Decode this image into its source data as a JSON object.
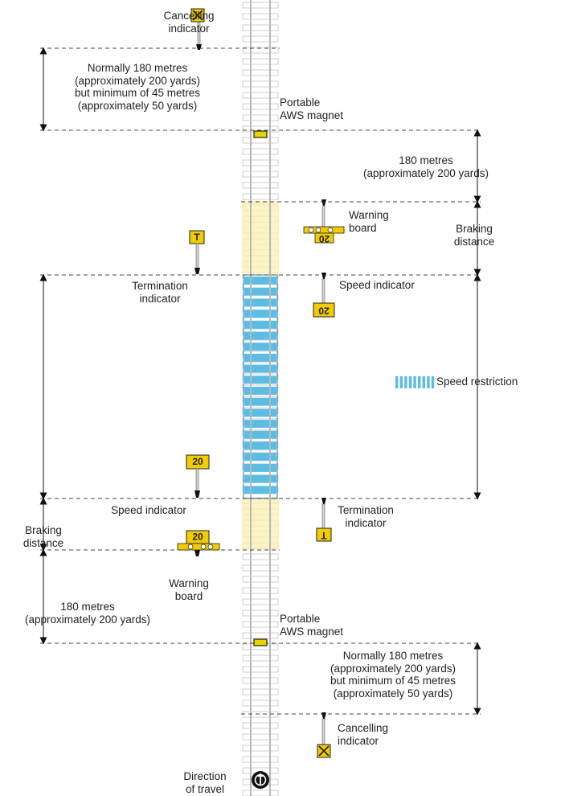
{
  "labels": {
    "top_cancelling": [
      "Cancelling",
      "indicator"
    ],
    "top_distance": [
      "Normally 180 metres",
      "(approximately 200 yards)",
      "but minimum of 45 metres",
      "(approximately 50 yards)"
    ],
    "top_aws": [
      "Portable",
      "AWS magnet"
    ],
    "right_180": [
      "180 metres",
      "(approximately 200 yards)"
    ],
    "right_warning": [
      "Warning",
      "board"
    ],
    "right_braking": [
      "Braking",
      "distance"
    ],
    "right_speed_indicator": "Speed indicator",
    "left_termination": [
      "Termination",
      "indicator"
    ],
    "legend_speed_restriction": "Speed restriction",
    "left_speed_indicator": "Speed indicator",
    "right_termination": [
      "Termination",
      "indicator"
    ],
    "left_braking": [
      "Braking",
      "distance"
    ],
    "left_warning": [
      "Warning",
      "board"
    ],
    "left_180": [
      "180 metres",
      "(approximately 200 yards)"
    ],
    "bottom_aws": [
      "Portable",
      "AWS magnet"
    ],
    "bottom_distance": [
      "Normally 180 metres",
      "(approximately 200 yards)",
      "but minimum of 45 metres",
      "(approximately 50 yards)"
    ],
    "bottom_cancelling": [
      "Cancelling",
      "indicator"
    ],
    "direction": [
      "Direction",
      "of travel"
    ]
  },
  "signs": {
    "termination_letter": "T",
    "speed_value": "20"
  },
  "colors": {
    "sign_yellow": "#f2cc00",
    "restriction_blue": "#5bbce4",
    "approach_yellow": "#fbefb4",
    "rail_grey": "#b8b8b8",
    "magnet_yellow": "#e8d400"
  },
  "icons": {
    "cancelling": "cross-board-icon",
    "direction": "direction-arrow-icon",
    "speed_restriction": "speed-restriction-legend-icon"
  }
}
